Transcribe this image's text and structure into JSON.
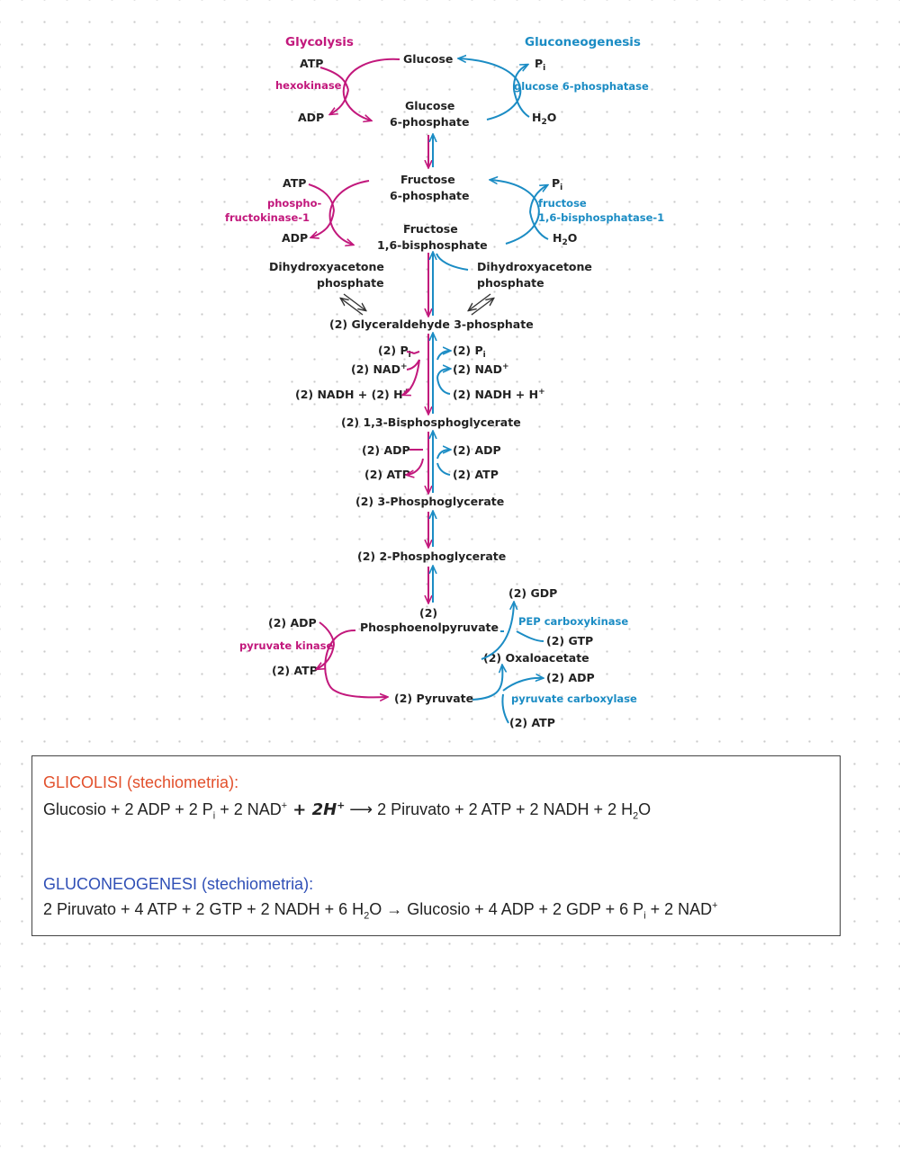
{
  "diagram": {
    "headers": {
      "glycolysis": "Glycolysis",
      "gluconeogenesis": "Gluconeogenesis"
    },
    "intermediates": {
      "glucose": "Glucose",
      "g6p_1": "Glucose",
      "g6p_2": "6-phosphate",
      "f6p_1": "Fructose",
      "f6p_2": "6-phosphate",
      "fbp_1": "Fructose",
      "fbp_2": "1,6-bisphosphate",
      "dhap_left_1": "Dihydroxyacetone",
      "dhap_left_2": "phosphate",
      "dhap_right_1": "Dihydroxyacetone",
      "dhap_right_2": "phosphate",
      "gap": "(2) Glyceraldehyde 3-phosphate",
      "bpg": "(2) 1,3-Bisphosphoglycerate",
      "pg3": "(2) 3-Phosphoglycerate",
      "pg2": "(2) 2-Phosphoglycerate",
      "pep_1": "(2)",
      "pep_2": "Phosphoenolpyruvate",
      "oaa": "(2) Oxaloacetate",
      "pyruvate": "(2) Pyruvate"
    },
    "glycolysis_side": {
      "atp1": "ATP",
      "hexokinase": "hexokinase",
      "adp1": "ADP",
      "atp2": "ATP",
      "pfk1_a": "phospho-",
      "pfk1_b": "fructokinase-1",
      "adp2": "ADP",
      "pi": "(2) P",
      "pi_sub": "i",
      "nad": "(2) NAD",
      "nad_sup": "+",
      "nadh": "(2) NADH + (2) H",
      "nadh_sup": "+",
      "adp3": "(2) ADP",
      "atp3": "(2) ATP",
      "adp4": "(2) ADP",
      "pyruvate_kinase": "pyruvate kinase",
      "atp4": "(2) ATP"
    },
    "gluconeogenesis_side": {
      "pi1": "P",
      "pi1_sub": "i",
      "g6pase": "glucose 6-phosphatase",
      "h2o1_a": "H",
      "h2o1_sub": "2",
      "h2o1_b": "O",
      "pi2": "P",
      "pi2_sub": "i",
      "fbpase_a": "fructose",
      "fbpase_b": "1,6-bisphosphatase-1",
      "h2o2_a": "H",
      "h2o2_sub": "2",
      "h2o2_b": "O",
      "pi3": "(2) P",
      "pi3_sub": "i",
      "nad2": "(2) NAD",
      "nad2_sup": "+",
      "nadh2": "(2) NADH + H",
      "nadh2_sup": "+",
      "adp5": "(2) ADP",
      "atp5": "(2) ATP",
      "gdp": "(2) GDP",
      "pepck": "PEP carboxykinase",
      "gtp": "(2) GTP",
      "adp6": "(2) ADP",
      "pc": "pyruvate carboxylase",
      "atp6": "(2) ATP"
    },
    "colors": {
      "glycolysis": "#c2187c",
      "gluconeogenesis": "#1b8cc4",
      "text": "#222222"
    }
  },
  "notes": {
    "glycolysis_title": "GLICOLISI (stechiometria):",
    "glycolysis_eq": {
      "p1": "Glucosio + 2 ADP + 2 P",
      "p1_sub": "i",
      "p2": " + 2 NAD",
      "p2_sup": "+",
      "hand": " + 2H",
      "hand_sup": "+",
      "arrow": " ⟶ ",
      "p3": "2 Piruvato + 2 ATP + 2 NADH + 2 H",
      "p3_sub": "2",
      "p4": "O"
    },
    "gluconeogenesis_title": "GLUCONEOGENESI (stechiometria):",
    "gluconeogenesis_eq": {
      "p1": "2 Piruvato + 4 ATP + 2 GTP + 2 NADH + 6 H",
      "p1_sub": "2",
      "p2": "O → Glucosio + 4 ADP + 2 GDP + 6 P",
      "p2_sub": "i",
      "p3": " + 2 NAD",
      "p3_sup": "+"
    }
  }
}
